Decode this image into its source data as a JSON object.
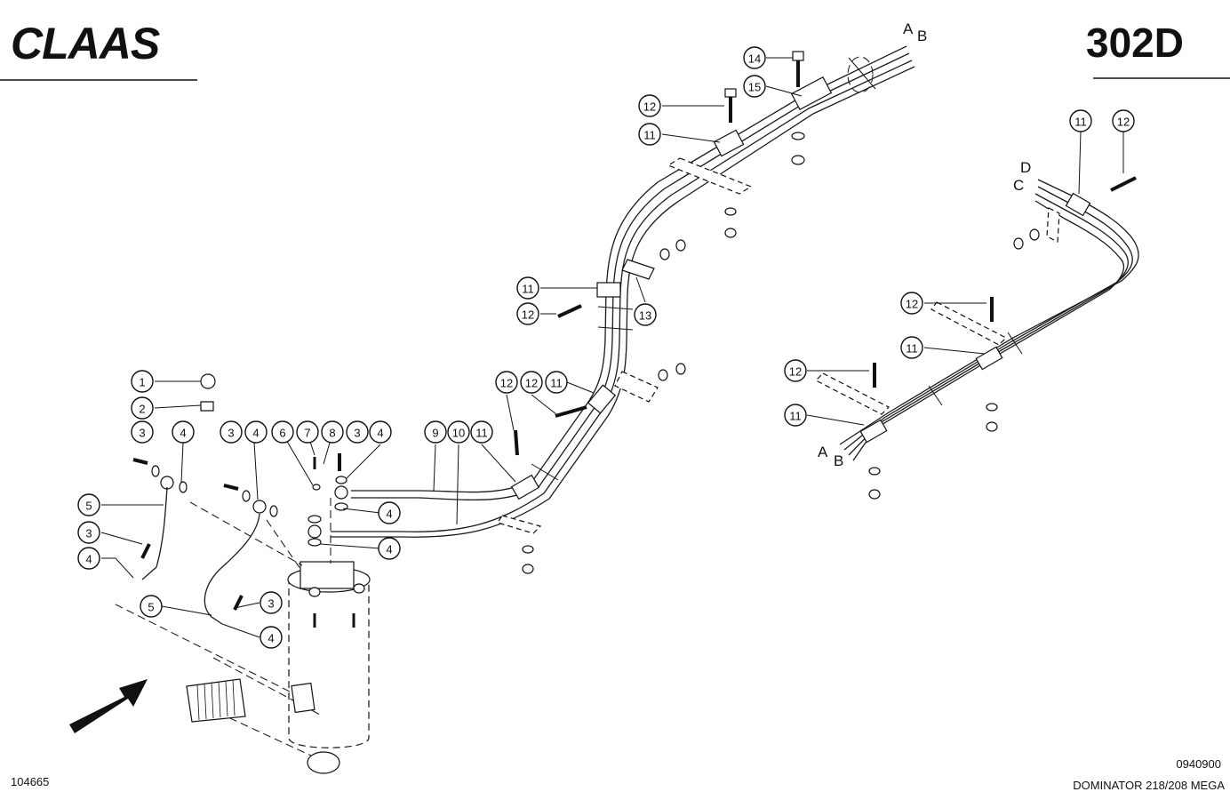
{
  "header": {
    "brand": "CLAAS",
    "page_code": "302D"
  },
  "footer": {
    "drawing_number": "104665",
    "date_code": "0940900",
    "model": "DOMINATOR 218/208 MEGA"
  },
  "connection_letters": [
    "A",
    "B",
    "D",
    "C",
    "A",
    "B"
  ],
  "callouts": [
    "14",
    "15",
    "12",
    "11",
    "11",
    "12",
    "11",
    "12",
    "13",
    "12",
    "12",
    "11",
    "12",
    "11",
    "12",
    "11",
    "1",
    "2",
    "3",
    "4",
    "3",
    "4",
    "6",
    "7",
    "8",
    "3",
    "4",
    "9",
    "10",
    "11",
    "4",
    "4",
    "5",
    "3",
    "4",
    "5",
    "3",
    "4"
  ],
  "icons": {
    "arrow": "view-direction-arrow-icon",
    "brand": "claas-logo"
  },
  "colors": {
    "ink": "#111111",
    "paper": "#ffffff"
  }
}
